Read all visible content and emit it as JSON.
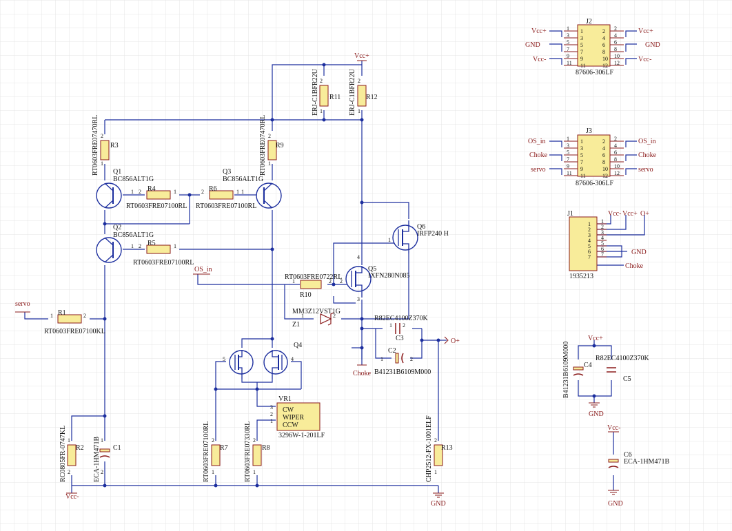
{
  "nets": {
    "vcc_plus": "Vcc+",
    "vcc_minus": "Vcc-",
    "gnd": "GND",
    "servo": "servo",
    "os_in": "OS_in",
    "choke": "Choke",
    "o_plus": "O+"
  },
  "resistors": [
    {
      "ref": "R1",
      "value": "RT0603FRE07100KL"
    },
    {
      "ref": "R2",
      "value": "RC0805FR-0747KL"
    },
    {
      "ref": "R3",
      "value": "RT0603FRE07470RL"
    },
    {
      "ref": "R4",
      "value": "RT0603FRE07100RL"
    },
    {
      "ref": "R5",
      "value": "RT0603FRE07100RL"
    },
    {
      "ref": "R6",
      "value": "RT0603FRE07100RL"
    },
    {
      "ref": "R7",
      "value": "RT0603FRE07100RL"
    },
    {
      "ref": "R8",
      "value": "RT0603FRE07330RL"
    },
    {
      "ref": "R9",
      "value": "RT0603FRE07470RL"
    },
    {
      "ref": "R10",
      "value": "RT0603FRE0722RL"
    },
    {
      "ref": "R11",
      "value": "ERJ-C1BFR22U"
    },
    {
      "ref": "R12",
      "value": "ERJ-C1BFR22U"
    },
    {
      "ref": "R13",
      "value": "CHP2512-FX-1001ELF"
    }
  ],
  "transistors": [
    {
      "ref": "Q1",
      "value": "BC856ALT1G"
    },
    {
      "ref": "Q2",
      "value": "BC856ALT1G"
    },
    {
      "ref": "Q3",
      "value": "BC856ALT1G"
    },
    {
      "ref": "Q4",
      "value": ""
    },
    {
      "ref": "Q5",
      "value": "IXFN280N085"
    },
    {
      "ref": "Q6",
      "value": "IRFP240 H"
    }
  ],
  "capacitors": [
    {
      "ref": "C1",
      "value": "ECA-1HM471B"
    },
    {
      "ref": "C2",
      "value": "B41231B6109M000"
    },
    {
      "ref": "C3",
      "value": "R82EC4100Z370K"
    },
    {
      "ref": "C4",
      "value": "B41231B6109M000"
    },
    {
      "ref": "C5",
      "value": "R82EC4100Z370K"
    },
    {
      "ref": "C6",
      "value": "ECA-1HM471B"
    }
  ],
  "zener": {
    "ref": "Z1",
    "value": "MM3Z12VST1G"
  },
  "trimmer": {
    "ref": "VR1",
    "value": "3296W-1-201LF",
    "pins": [
      "CW",
      "WIPER",
      "CCW"
    ]
  },
  "connectors": {
    "j2": {
      "ref": "J2",
      "value": "87606-306LF",
      "left": [
        "Vcc+",
        "GND",
        "Vcc-"
      ],
      "right": [
        "Vcc+",
        "GND",
        "Vcc-"
      ]
    },
    "j3": {
      "ref": "J3",
      "value": "87606-306LF",
      "left": [
        "OS_in",
        "Choke",
        "servo"
      ],
      "right": [
        "OS_in",
        "Choke",
        "servo"
      ]
    },
    "j1": {
      "ref": "J1",
      "value": "1935213",
      "nets": [
        "Vcc-",
        "Vcc+",
        "O+",
        "GND",
        "Choke"
      ]
    }
  },
  "header_pins": [
    "1",
    "2",
    "3",
    "4",
    "5",
    "6",
    "7",
    "8",
    "9",
    "10",
    "11",
    "12"
  ],
  "j1_pins": [
    "1",
    "2",
    "3",
    "4",
    "5",
    "6",
    "7"
  ],
  "pin_nums": {
    "p1": "1",
    "p2": "2",
    "p3": "3",
    "p4": "4",
    "p5": "5"
  }
}
